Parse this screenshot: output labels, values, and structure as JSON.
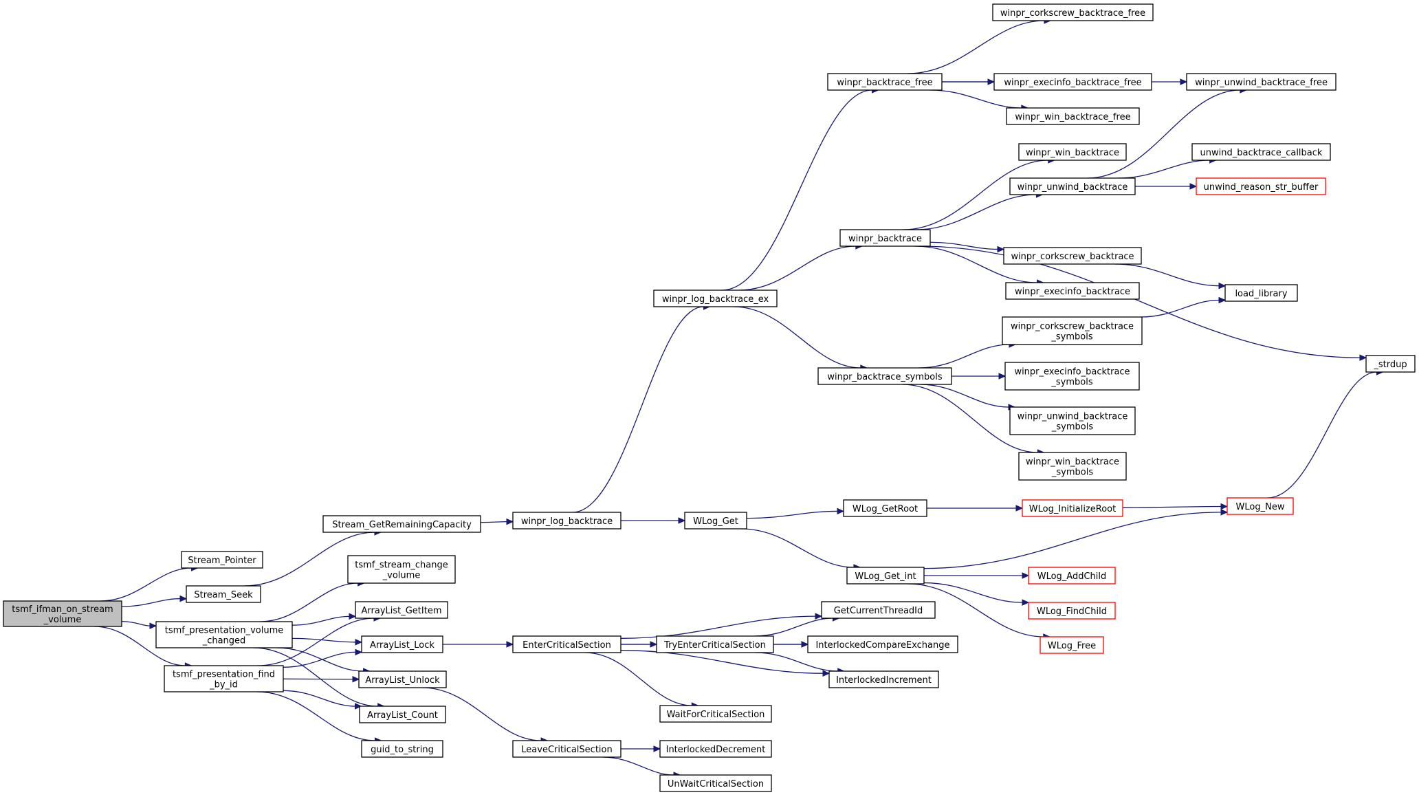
{
  "colors": {
    "edge": "#191970",
    "node_border": "#000000",
    "node_border_truncated": "#ff0000",
    "root_fill": "#bfbfbf",
    "background": "#ffffff"
  },
  "nodes": [
    {
      "id": "root",
      "lines": [
        "tsmf_ifman_on_stream",
        "_volume"
      ],
      "root": true
    },
    {
      "id": "stream_pointer",
      "lines": [
        "Stream_Pointer"
      ]
    },
    {
      "id": "stream_seek",
      "lines": [
        "Stream_Seek"
      ]
    },
    {
      "id": "pres_volume_changed",
      "lines": [
        "tsmf_presentation_volume",
        "_changed"
      ]
    },
    {
      "id": "pres_find_by_id",
      "lines": [
        "tsmf_presentation_find",
        "_by_id"
      ]
    },
    {
      "id": "stream_get_remaining",
      "lines": [
        "Stream_GetRemainingCapacity"
      ]
    },
    {
      "id": "stream_change_volume",
      "lines": [
        "tsmf_stream_change",
        "_volume"
      ]
    },
    {
      "id": "arraylist_getitem",
      "lines": [
        "ArrayList_GetItem"
      ]
    },
    {
      "id": "arraylist_lock",
      "lines": [
        "ArrayList_Lock"
      ]
    },
    {
      "id": "arraylist_unlock",
      "lines": [
        "ArrayList_Unlock"
      ]
    },
    {
      "id": "arraylist_count",
      "lines": [
        "ArrayList_Count"
      ]
    },
    {
      "id": "guid_to_string",
      "lines": [
        "guid_to_string"
      ]
    },
    {
      "id": "log_backtrace",
      "lines": [
        "winpr_log_backtrace"
      ]
    },
    {
      "id": "enter_cs",
      "lines": [
        "EnterCriticalSection"
      ]
    },
    {
      "id": "leave_cs",
      "lines": [
        "LeaveCriticalSection"
      ]
    },
    {
      "id": "log_backtrace_ex",
      "lines": [
        "winpr_log_backtrace_ex"
      ]
    },
    {
      "id": "wlog_get",
      "lines": [
        "WLog_Get"
      ]
    },
    {
      "id": "try_enter_cs",
      "lines": [
        "TryEnterCriticalSection"
      ]
    },
    {
      "id": "wait_cs",
      "lines": [
        "WaitForCriticalSection"
      ]
    },
    {
      "id": "interlocked_decrement",
      "lines": [
        "InterlockedDecrement"
      ]
    },
    {
      "id": "unwait_cs",
      "lines": [
        "UnWaitCriticalSection"
      ]
    },
    {
      "id": "backtrace_free",
      "lines": [
        "winpr_backtrace_free"
      ]
    },
    {
      "id": "backtrace",
      "lines": [
        "winpr_backtrace"
      ]
    },
    {
      "id": "backtrace_symbols",
      "lines": [
        "winpr_backtrace_symbols"
      ]
    },
    {
      "id": "wlog_getroot",
      "lines": [
        "WLog_GetRoot"
      ]
    },
    {
      "id": "wlog_get_int",
      "lines": [
        "WLog_Get_int"
      ]
    },
    {
      "id": "get_current_thread_id",
      "lines": [
        "GetCurrentThreadId"
      ]
    },
    {
      "id": "interlocked_cmpxchg",
      "lines": [
        "InterlockedCompareExchange"
      ]
    },
    {
      "id": "interlocked_increment",
      "lines": [
        "InterlockedIncrement"
      ]
    },
    {
      "id": "corkscrew_bt_free",
      "lines": [
        "winpr_corkscrew_backtrace_free"
      ]
    },
    {
      "id": "execinfo_bt_free",
      "lines": [
        "winpr_execinfo_backtrace_free"
      ]
    },
    {
      "id": "win_bt_free",
      "lines": [
        "winpr_win_backtrace_free"
      ]
    },
    {
      "id": "win_bt",
      "lines": [
        "winpr_win_backtrace"
      ]
    },
    {
      "id": "unwind_bt",
      "lines": [
        "winpr_unwind_backtrace"
      ]
    },
    {
      "id": "corkscrew_bt",
      "lines": [
        "winpr_corkscrew_backtrace"
      ]
    },
    {
      "id": "execinfo_bt",
      "lines": [
        "winpr_execinfo_backtrace"
      ]
    },
    {
      "id": "corkscrew_bt_symbols",
      "lines": [
        "winpr_corkscrew_backtrace",
        "_symbols"
      ]
    },
    {
      "id": "execinfo_bt_symbols",
      "lines": [
        "winpr_execinfo_backtrace",
        "_symbols"
      ]
    },
    {
      "id": "unwind_bt_symbols",
      "lines": [
        "winpr_unwind_backtrace",
        "_symbols"
      ]
    },
    {
      "id": "win_bt_symbols",
      "lines": [
        "winpr_win_backtrace",
        "_symbols"
      ]
    },
    {
      "id": "wlog_initializeroot",
      "lines": [
        "WLog_InitializeRoot"
      ],
      "truncated": true
    },
    {
      "id": "wlog_addchild",
      "lines": [
        "WLog_AddChild"
      ],
      "truncated": true
    },
    {
      "id": "wlog_findchild",
      "lines": [
        "WLog_FindChild"
      ],
      "truncated": true
    },
    {
      "id": "wlog_free",
      "lines": [
        "WLog_Free"
      ],
      "truncated": true
    },
    {
      "id": "unwind_bt_free",
      "lines": [
        "winpr_unwind_backtrace_free"
      ]
    },
    {
      "id": "unwind_bt_callback",
      "lines": [
        "unwind_backtrace_callback"
      ]
    },
    {
      "id": "unwind_reason_str",
      "lines": [
        "unwind_reason_str_buffer"
      ],
      "truncated": true
    },
    {
      "id": "load_library",
      "lines": [
        "load_library"
      ]
    },
    {
      "id": "wlog_new",
      "lines": [
        "WLog_New"
      ],
      "truncated": true
    },
    {
      "id": "strdup",
      "lines": [
        "_strdup"
      ]
    }
  ],
  "edges": [
    [
      "root",
      "stream_pointer"
    ],
    [
      "root",
      "stream_seek"
    ],
    [
      "root",
      "pres_volume_changed"
    ],
    [
      "root",
      "pres_find_by_id"
    ],
    [
      "stream_seek",
      "stream_get_remaining"
    ],
    [
      "stream_get_remaining",
      "log_backtrace"
    ],
    [
      "pres_volume_changed",
      "stream_change_volume"
    ],
    [
      "pres_volume_changed",
      "arraylist_getitem"
    ],
    [
      "pres_volume_changed",
      "arraylist_lock"
    ],
    [
      "pres_volume_changed",
      "arraylist_unlock"
    ],
    [
      "pres_volume_changed",
      "arraylist_count"
    ],
    [
      "pres_find_by_id",
      "arraylist_getitem"
    ],
    [
      "pres_find_by_id",
      "arraylist_lock"
    ],
    [
      "pres_find_by_id",
      "arraylist_unlock"
    ],
    [
      "pres_find_by_id",
      "arraylist_count"
    ],
    [
      "pres_find_by_id",
      "guid_to_string"
    ],
    [
      "arraylist_lock",
      "enter_cs"
    ],
    [
      "arraylist_unlock",
      "leave_cs"
    ],
    [
      "log_backtrace",
      "log_backtrace_ex"
    ],
    [
      "log_backtrace",
      "wlog_get"
    ],
    [
      "enter_cs",
      "get_current_thread_id"
    ],
    [
      "enter_cs",
      "interlocked_cmpxchg"
    ],
    [
      "enter_cs",
      "try_enter_cs"
    ],
    [
      "enter_cs",
      "interlocked_increment"
    ],
    [
      "enter_cs",
      "wait_cs"
    ],
    [
      "try_enter_cs",
      "get_current_thread_id"
    ],
    [
      "try_enter_cs",
      "interlocked_cmpxchg"
    ],
    [
      "try_enter_cs",
      "interlocked_increment"
    ],
    [
      "leave_cs",
      "interlocked_decrement"
    ],
    [
      "leave_cs",
      "unwait_cs"
    ],
    [
      "log_backtrace_ex",
      "backtrace_free"
    ],
    [
      "log_backtrace_ex",
      "backtrace"
    ],
    [
      "log_backtrace_ex",
      "backtrace_symbols"
    ],
    [
      "wlog_get",
      "wlog_getroot"
    ],
    [
      "wlog_get",
      "wlog_get_int"
    ],
    [
      "wlog_getroot",
      "wlog_initializeroot"
    ],
    [
      "wlog_initializeroot",
      "wlog_new"
    ],
    [
      "wlog_get_int",
      "wlog_new"
    ],
    [
      "wlog_get_int",
      "wlog_addchild"
    ],
    [
      "wlog_get_int",
      "wlog_findchild"
    ],
    [
      "wlog_get_int",
      "wlog_free"
    ],
    [
      "wlog_new",
      "strdup"
    ],
    [
      "backtrace_free",
      "corkscrew_bt_free"
    ],
    [
      "backtrace_free",
      "unwind_bt_free"
    ],
    [
      "backtrace_free",
      "execinfo_bt_free"
    ],
    [
      "backtrace_free",
      "win_bt_free"
    ],
    [
      "backtrace",
      "win_bt"
    ],
    [
      "backtrace",
      "unwind_bt"
    ],
    [
      "backtrace",
      "strdup"
    ],
    [
      "backtrace",
      "corkscrew_bt"
    ],
    [
      "backtrace",
      "execinfo_bt"
    ],
    [
      "unwind_bt",
      "unwind_bt_free"
    ],
    [
      "unwind_bt",
      "unwind_bt_callback"
    ],
    [
      "unwind_bt",
      "unwind_reason_str"
    ],
    [
      "corkscrew_bt",
      "load_library"
    ],
    [
      "backtrace_symbols",
      "corkscrew_bt_symbols"
    ],
    [
      "backtrace_symbols",
      "execinfo_bt_symbols"
    ],
    [
      "backtrace_symbols",
      "unwind_bt_symbols"
    ],
    [
      "backtrace_symbols",
      "win_bt_symbols"
    ],
    [
      "corkscrew_bt_symbols",
      "load_library"
    ]
  ]
}
